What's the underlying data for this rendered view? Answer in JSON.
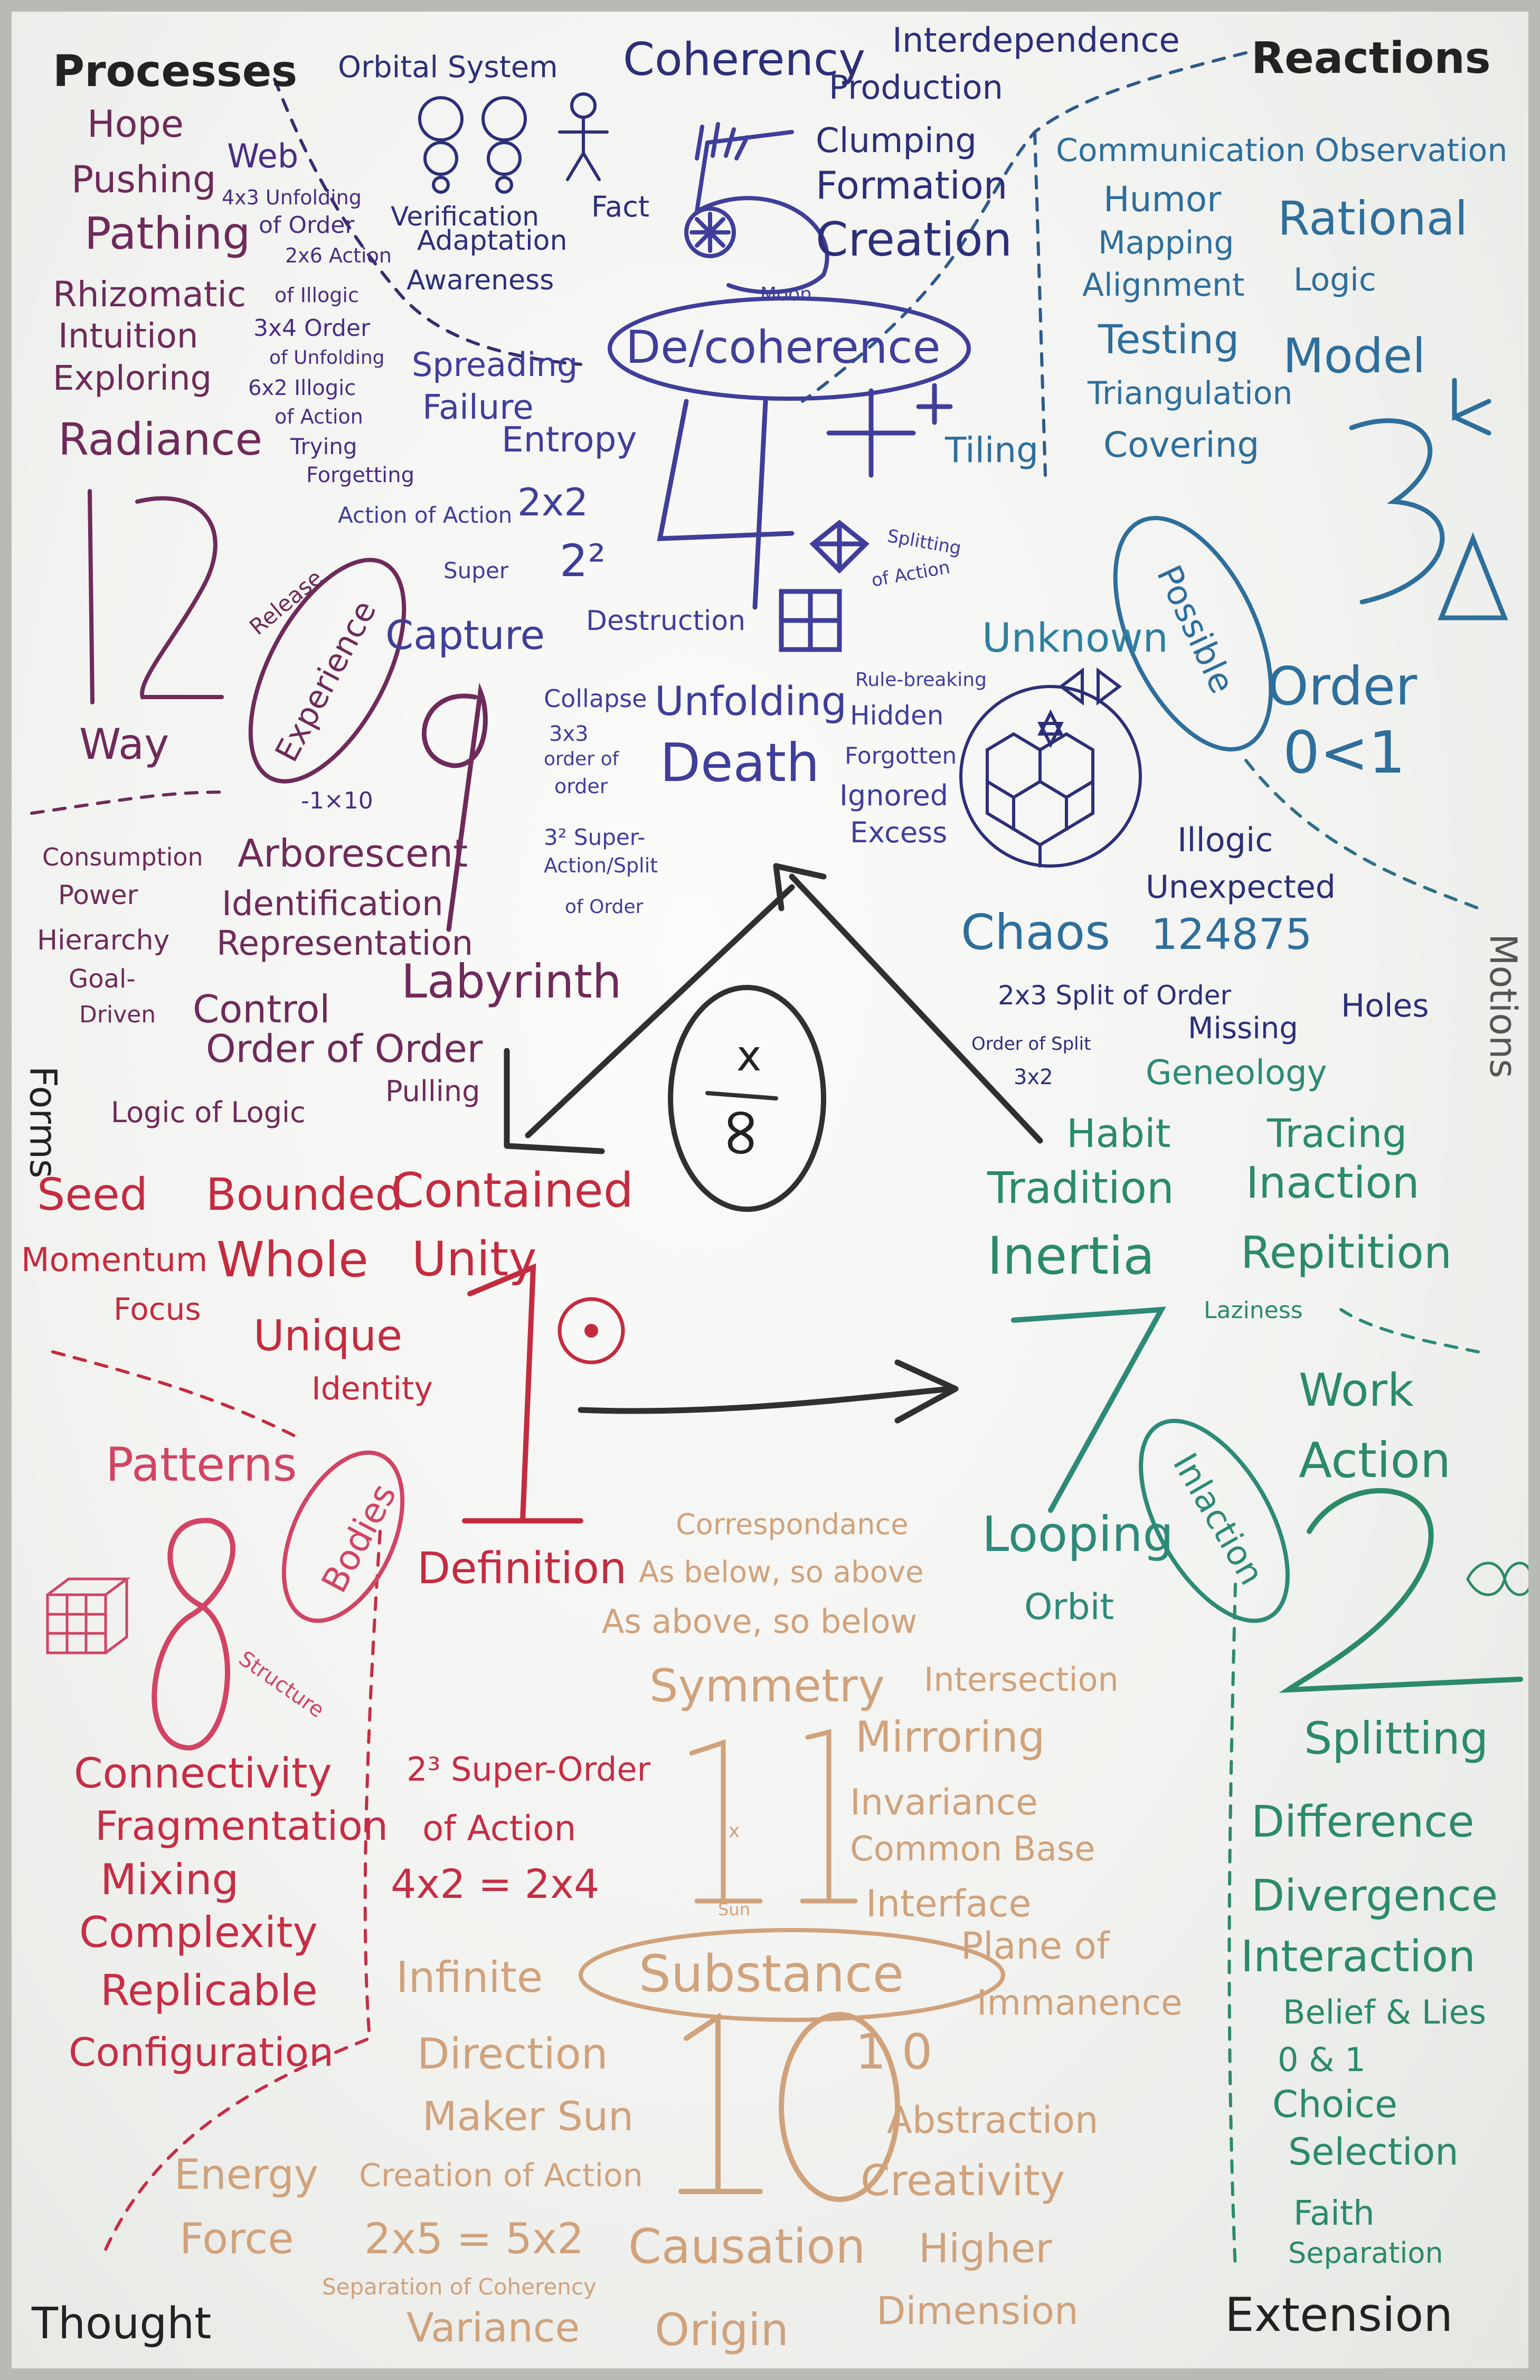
{
  "corners": {
    "processes": "Processes",
    "reactions": "Reactions",
    "forms": "Forms",
    "motions": "Motions",
    "thought": "Thought",
    "extension": "Extension"
  },
  "top": {
    "orbital_system": "Orbital System",
    "coherency": "Coherency",
    "interdependence": "Interdependence",
    "production": "Production",
    "clumping": "Clumping",
    "formation": "Formation",
    "creation": "Creation",
    "verification": "Verification",
    "fact": "Fact",
    "adaptation": "Adaptation",
    "awareness": "Awareness",
    "moon": "Moon",
    "decoherence": "De/coherence",
    "five": "5"
  },
  "processes": {
    "hope": "Hope",
    "web": "Web",
    "pushing": "Pushing",
    "unfolding_order": "4x3 Unfolding",
    "of_order": "of Order",
    "pathing": "Pathing",
    "action_2x6": "2x6 Action",
    "of_illogic": "of Illogic",
    "rhizomatic": "Rhizomatic",
    "intuition": "Intuition",
    "order_3x4": "3x4 Order",
    "of_unfolding": "of Unfolding",
    "exploring": "Exploring",
    "illogic_6x2": "6x2 Illogic",
    "of_action": "of Action",
    "radiance": "Radiance",
    "trying": "Trying",
    "forgetting": "Forgetting",
    "twelve": "12",
    "way": "Way",
    "release": "Release",
    "experience": "Experience"
  },
  "decoherence": {
    "spreading": "Spreading",
    "failure": "Failure",
    "entropy": "Entropy",
    "action_of_action": "Action of Action",
    "two_by_two": "2x2",
    "super": "Super",
    "two_squared": "2²",
    "four": "4",
    "capture": "Capture",
    "destruction": "Destruction",
    "collapse": "Collapse",
    "unfolding": "Unfolding",
    "three_by_three": "3x3",
    "order_of": "order of",
    "order": "order",
    "death": "Death",
    "three_squared": "3² Super-",
    "action_split": "Action/Split",
    "of_order_small": "of Order",
    "nine": "9",
    "minus_one_ten": "-1×10"
  },
  "reactions": {
    "communication": "Communication",
    "observation": "Observation",
    "humor": "Humor",
    "rational": "Rational",
    "mapping": "Mapping",
    "logic": "Logic",
    "alignment": "Alignment",
    "testing": "Testing",
    "model": "Model",
    "triangulation": "Triangulation",
    "tiling": "Tiling",
    "covering": "Covering",
    "three": "3",
    "splitting_of": "Splitting",
    "of_action_small": "of Action",
    "possible": "Possible",
    "order": "Order",
    "zero_lt_one": "0<1",
    "unknown": "Unknown",
    "rule_breaking": "Rule-breaking",
    "hidden": "Hidden",
    "forgotten": "Forgotten",
    "ignored": "Ignored",
    "excess": "Excess"
  },
  "chaos": {
    "illogic": "Illogic",
    "unexpected": "Unexpected",
    "chaos": "Chaos",
    "digits": "124875",
    "split_2x3": "2x3 Split of Order",
    "holes": "Holes",
    "missing": "Missing",
    "order_of_split": "Order of Split",
    "three_by_two": "3x2",
    "geneology": "Geneology"
  },
  "forms": {
    "consumption": "Consumption",
    "power": "Power",
    "hierarchy": "Hierarchy",
    "goal": "Goal-",
    "driven": "Driven",
    "arborescent": "Arborescent",
    "identification": "Identification",
    "representation": "Representation",
    "labyrinth": "Labyrinth",
    "control": "Control",
    "order_of_order": "Order of Order",
    "pulling": "Pulling",
    "logic_of_logic": "Logic of Logic"
  },
  "center": {
    "x": "x",
    "infinity": "∞"
  },
  "inertia": {
    "habit": "Habit",
    "tracing": "Tracing",
    "tradition": "Tradition",
    "inaction": "Inaction",
    "inertia": "Inertia",
    "repitition": "Repitition",
    "laziness": "Laziness",
    "seven": "7",
    "looping": "Looping",
    "orbit": "Orbit",
    "inlaction": "Inlaction"
  },
  "motions": {
    "work": "Work",
    "action": "Action",
    "two": "2",
    "splitting": "Splitting",
    "difference": "Difference",
    "divergence": "Divergence",
    "interaction": "Interaction",
    "belief_lies": "Belief & Lies",
    "zero_one": "0 & 1",
    "choice": "Choice",
    "selection": "Selection",
    "faith": "Faith",
    "separation": "Separation"
  },
  "bodies": {
    "seed": "Seed",
    "bounded": "Bounded",
    "contained": "Contained",
    "momentum": "Momentum",
    "whole": "Whole",
    "unity": "Unity",
    "focus": "Focus",
    "unique": "Unique",
    "identity": "Identity",
    "one": "1",
    "patterns": "Patterns",
    "bodies": "Bodies",
    "definition": "Definition",
    "eight": "8",
    "structure": "Structure",
    "connectivity": "Connectivity",
    "fragmentation": "Fragmentation",
    "mixing": "Mixing",
    "complexity": "Complexity",
    "replicable": "Replicable",
    "configuration": "Configuration",
    "two_cubed": "2³ Super-Order",
    "of_action": "of Action",
    "four_by_two": "4x2 = 2x4"
  },
  "substance": {
    "correspondance": "Correspondance",
    "as_below": "As below, so above",
    "as_above": "As above, so below",
    "symmetry": "Symmetry",
    "intersection": "Intersection",
    "mirroring": "Mirroring",
    "invariance": "Invariance",
    "common_base": "Common Base",
    "interface": "Interface",
    "plane_of": "Plane of",
    "immanence": "Immanence",
    "eleven": "11",
    "times": "x",
    "sun": "Sun",
    "infinite": "Infinite",
    "substance": "Substance",
    "direction": "Direction",
    "maker_sun": "Maker Sun",
    "ten": "10",
    "one_zero": "1 0",
    "abstraction": "Abstraction",
    "creativity": "Creativity",
    "energy": "Energy",
    "creation_of_action": "Creation of Action",
    "force": "Force",
    "two_by_five": "2x5 = 5x2",
    "causation": "Causation",
    "higher": "Higher",
    "separation_coherency": "Separation of Coherency",
    "variance": "Variance",
    "origin": "Origin",
    "dimension": "Dimension"
  }
}
